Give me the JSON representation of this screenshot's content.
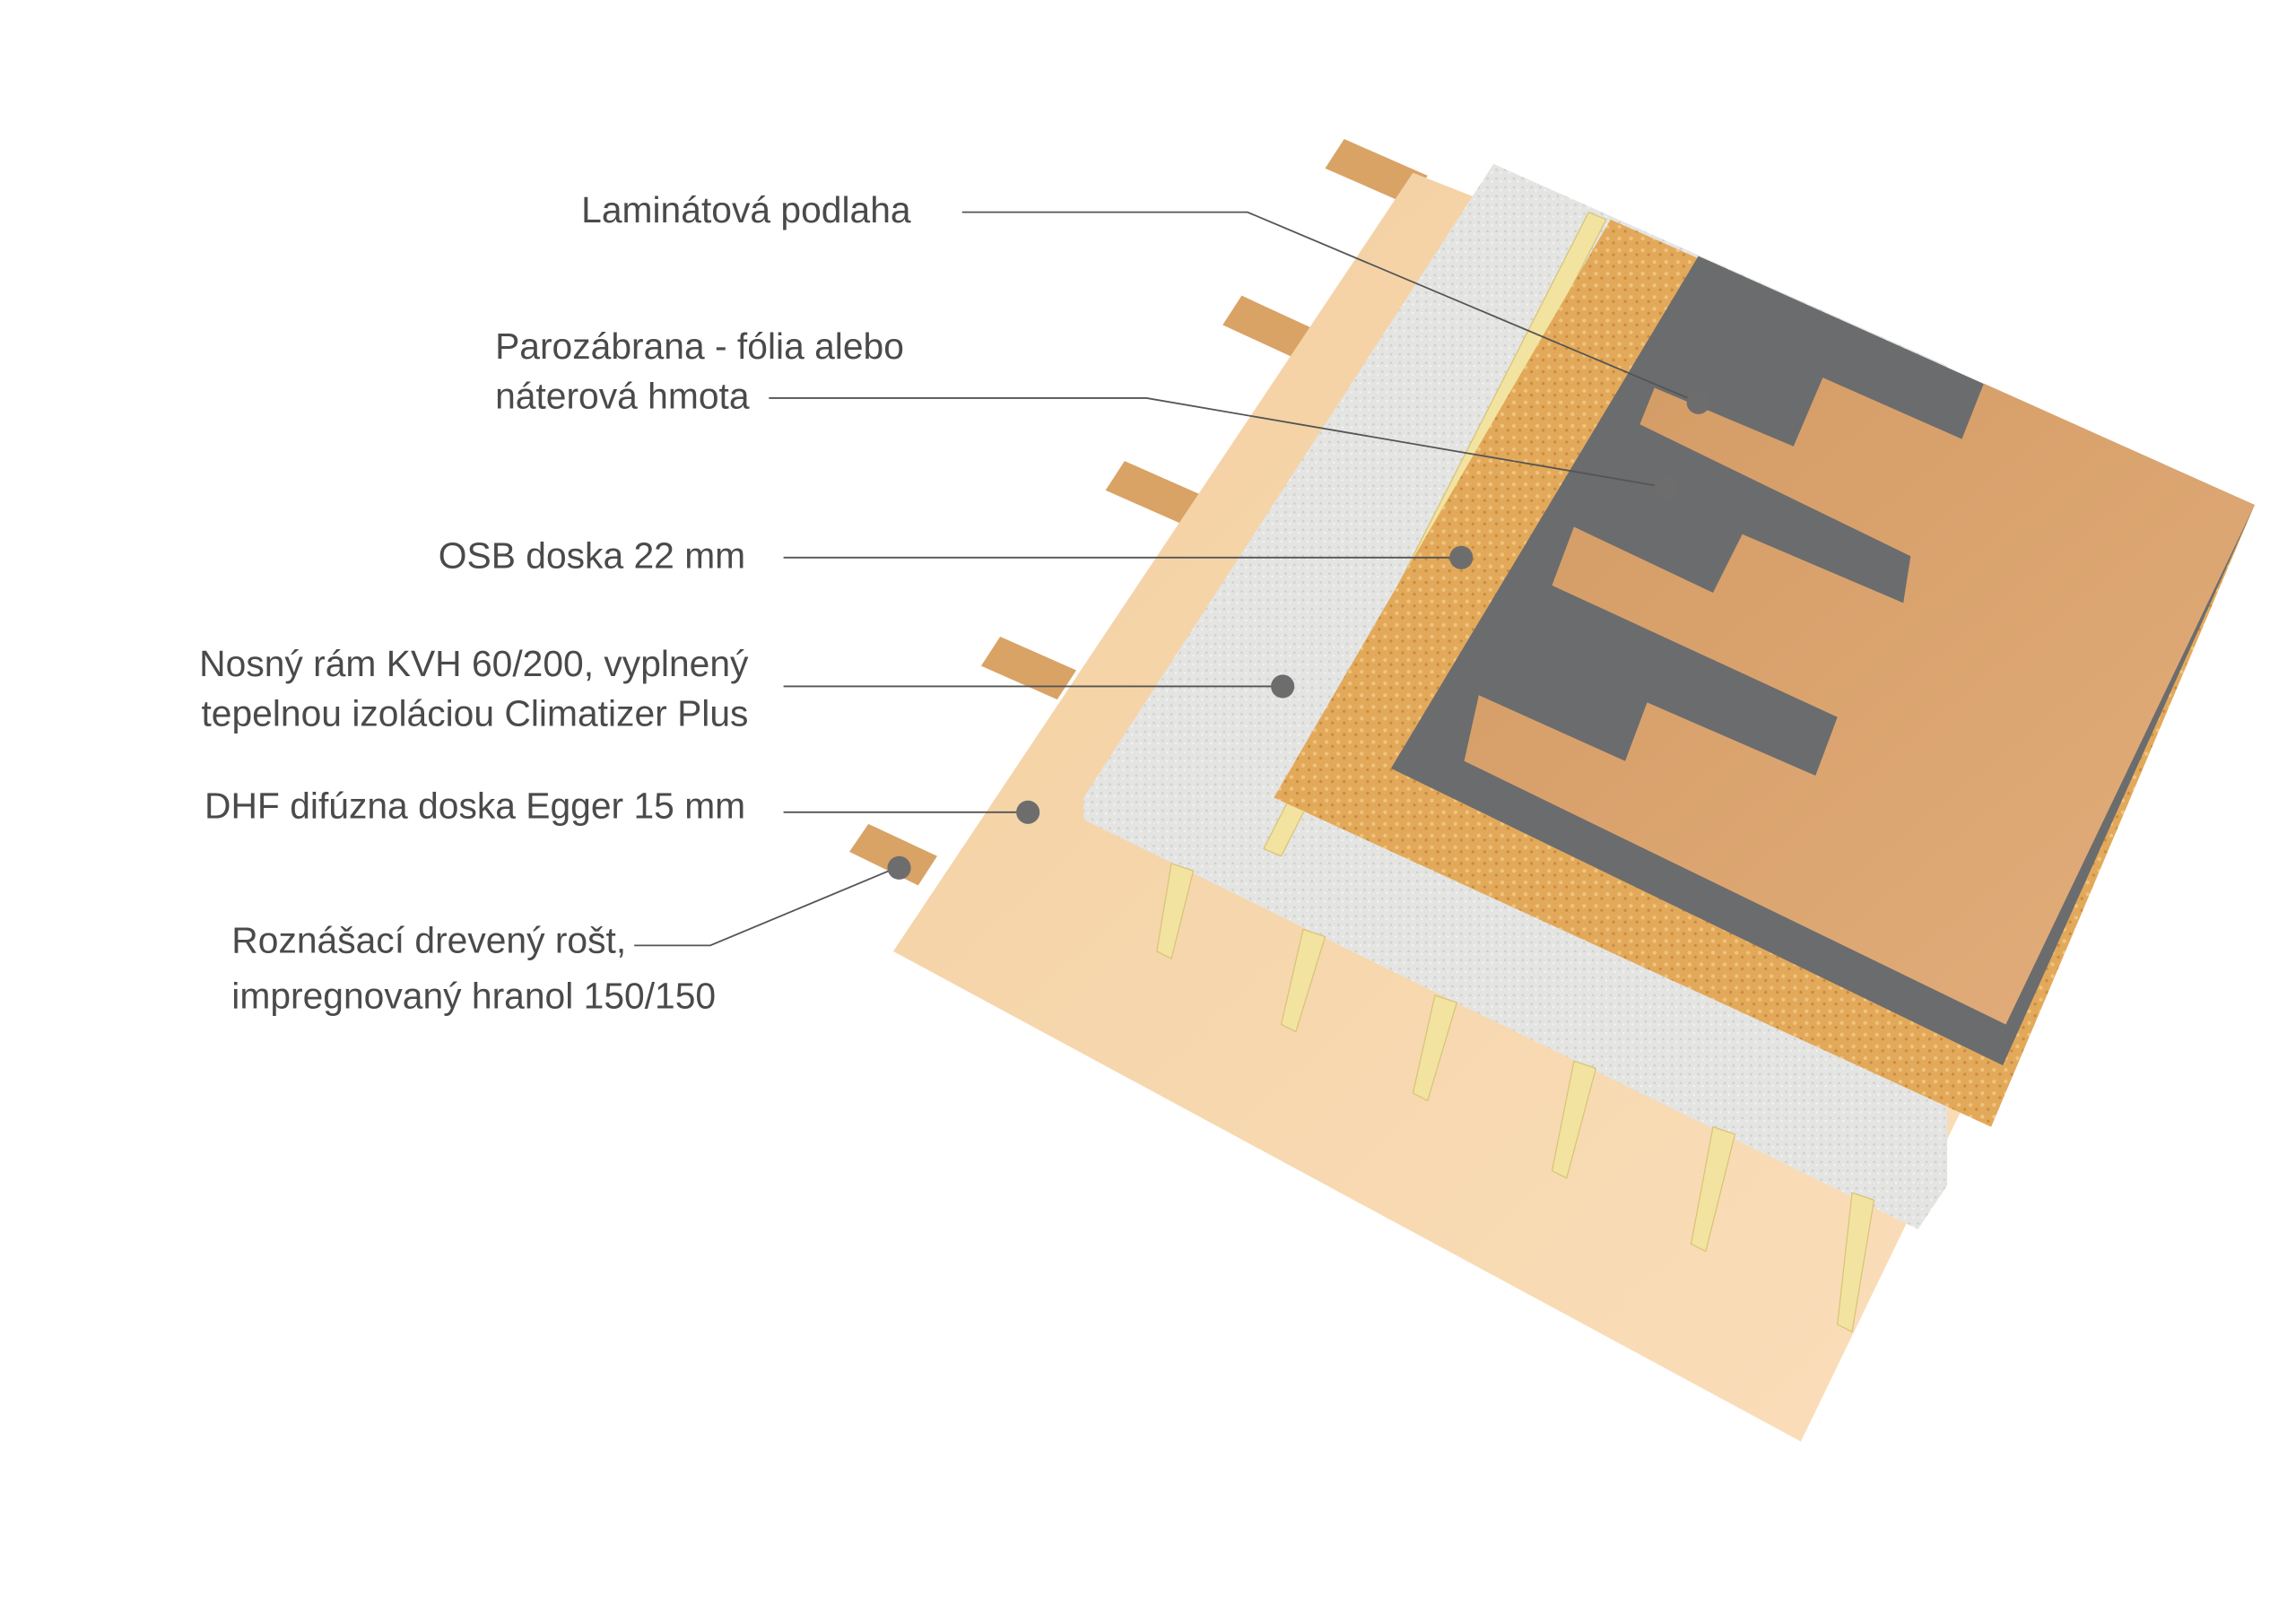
{
  "diagram": {
    "layers": [
      {
        "id": "laminate",
        "lines": [
          "Laminátová podlaha"
        ]
      },
      {
        "id": "vapor-barrier",
        "lines": [
          "Parozábrana - fólia alebo",
          "náterová hmota"
        ]
      },
      {
        "id": "osb",
        "lines": [
          "OSB doska 22 mm"
        ]
      },
      {
        "id": "frame",
        "lines": [
          "Nosný rám KVH 60/200, vyplnený",
          "tepelnou izoláciou Climatizer Plus"
        ]
      },
      {
        "id": "dhf",
        "lines": [
          "DHF difúzna doska Egger 15 mm"
        ]
      },
      {
        "id": "grid",
        "lines": [
          "Roznášací drevený rošt,",
          "impregnovaný hranol 150/150"
        ]
      }
    ],
    "colors": {
      "dhf": "#f6d4a8",
      "insulation": "#e6e6e4",
      "joist": "#f3e3a0",
      "osb": "#e3a95a",
      "membrane": "#6b6c6e",
      "laminate": "#d9a26e",
      "beam": "#d9a366",
      "leader": "#555555",
      "text": "#4a4a4a"
    }
  }
}
